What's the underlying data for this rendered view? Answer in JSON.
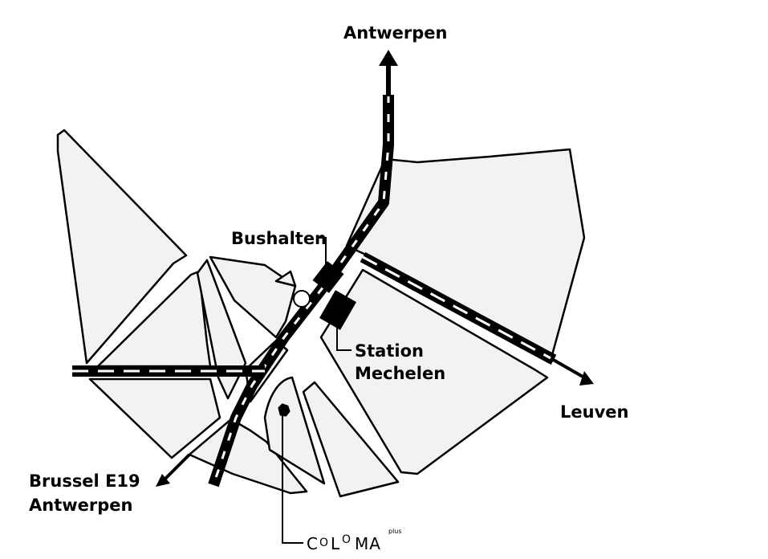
{
  "map": {
    "labels": {
      "north": "Antwerpen",
      "east": "Leuven",
      "southwest_line1": "Brussel E19",
      "southwest_line2": "Antwerpen",
      "bus": "Bushalten",
      "station_line1": "Station",
      "station_line2": "Mechelen"
    },
    "logo": {
      "c": "C",
      "o1": "O",
      "l": "L",
      "o2": "O",
      "ma": "MA",
      "plus": "plus"
    },
    "colors": {
      "block_fill": "#f2f2f2",
      "line": "#000000",
      "background": "#ffffff"
    }
  }
}
